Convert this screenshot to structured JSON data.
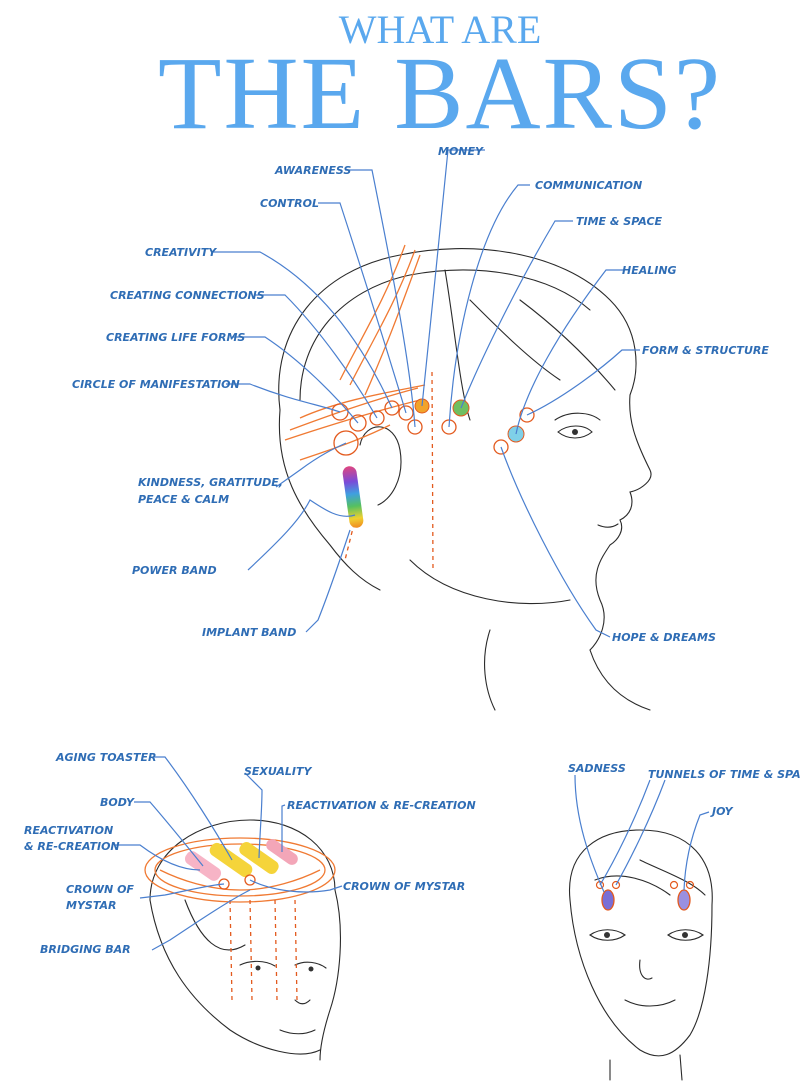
{
  "title": {
    "line1": "WHAT ARE",
    "line2": "THE BARS?"
  },
  "side_view_labels": {
    "money": "MONEY",
    "awareness": "AWARENESS",
    "communication": "COMMUNICATION",
    "control": "CONTROL",
    "time_space": "TIME & SPACE",
    "creativity": "CREATIVITY",
    "healing": "HEALING",
    "creating_connections": "CREATING CONNECTIONS",
    "creating_life_forms": "CREATING LIFE FORMS",
    "form_structure": "FORM & STRUCTURE",
    "circle_manifestation": "CIRCLE OF MANIFESTATION",
    "kindness_line1": "KINDNESS, GRATITUDE,",
    "kindness_line2": "PEACE & CALM",
    "power_band": "POWER BAND",
    "implant_band": "IMPLANT BAND",
    "hope_dreams": "HOPE & DREAMS"
  },
  "top_view_labels": {
    "aging_toaster": "AGING TOASTER",
    "sexuality": "SEXUALITY",
    "body": "BODY",
    "reactivation_right": "REACTIVATION & RE-CREATION",
    "reactivation_left_line1": "REACTIVATION",
    "reactivation_left_line2": "& RE-CREATION",
    "crown_left_line1": "CROWN OF",
    "crown_left_line2": "MYSTAR",
    "crown_right": "CROWN OF MYSTAR",
    "bridging_bar": "BRIDGING BAR"
  },
  "front_view_labels": {
    "sadness": "SADNESS",
    "tunnels": "TUNNELS OF TIME & SPAC",
    "joy": "JOY"
  },
  "colors": {
    "title": "#5aa8ee",
    "label": "#2f6db5",
    "leader": "#4a7fcf",
    "bar_lines": "#f07a33",
    "sketch": "#2a2a2a"
  }
}
